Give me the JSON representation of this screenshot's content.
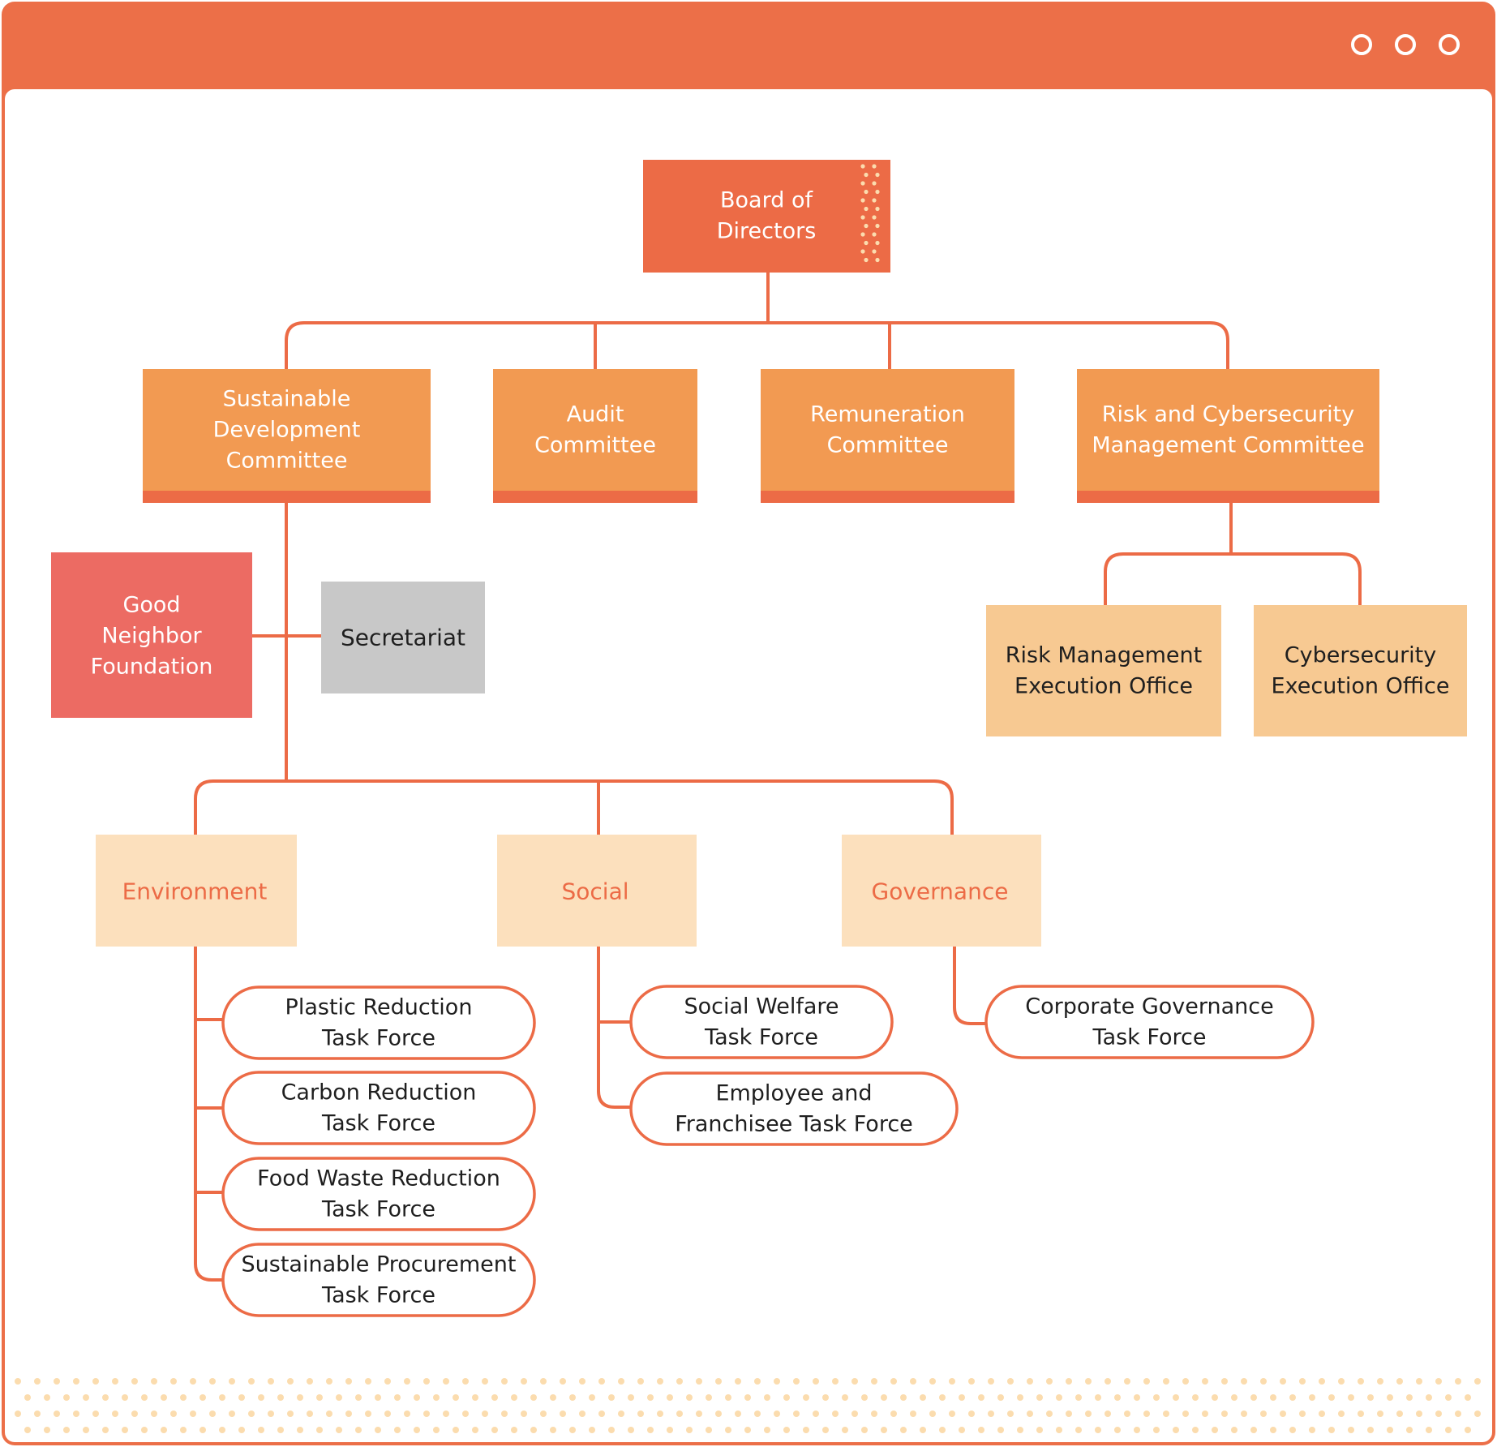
{
  "colors": {
    "frame": "#ec6f48",
    "board": "#ec6b46",
    "committee": "#f29a52",
    "committee_strip": "#ec6b46",
    "office": "#f7c992",
    "pillar": "#fce0bd",
    "pillar_text": "#ec6b46",
    "foundation": "#ec6b63",
    "secretariat": "#c8c8c8",
    "connector": "#ec6b46",
    "dots": "#fbdcae",
    "white": "#ffffff",
    "dark_text": "#1f1f1f"
  },
  "window": {
    "controls": [
      "circle-icon",
      "circle-icon",
      "circle-icon"
    ]
  },
  "board": {
    "lines": [
      "Board of",
      "Directors"
    ]
  },
  "committees": [
    {
      "id": "sustainable",
      "lines": [
        "Sustainable",
        "Development",
        "Committee"
      ]
    },
    {
      "id": "audit",
      "lines": [
        "Audit",
        "Committee"
      ]
    },
    {
      "id": "remuneration",
      "lines": [
        "Remuneration",
        "Committee"
      ]
    },
    {
      "id": "risk",
      "lines": [
        "Risk and Cybersecurity",
        "Management Committee"
      ]
    }
  ],
  "offices": [
    {
      "id": "risk-office",
      "lines": [
        "Risk Management",
        "Execution Office"
      ]
    },
    {
      "id": "cyber-office",
      "lines": [
        "Cybersecurity",
        "Execution Office"
      ]
    }
  ],
  "foundation": {
    "lines": [
      "Good",
      "Neighbor",
      "Foundation"
    ]
  },
  "secretariat": {
    "lines": [
      "Secretariat"
    ]
  },
  "pillars": [
    {
      "id": "environment",
      "lines": [
        "Environment"
      ]
    },
    {
      "id": "social",
      "lines": [
        "Social"
      ]
    },
    {
      "id": "governance",
      "lines": [
        "Governance"
      ]
    }
  ],
  "task_forces": [
    {
      "id": "plastic",
      "lines": [
        "Plastic Reduction",
        "Task Force"
      ]
    },
    {
      "id": "carbon",
      "lines": [
        "Carbon Reduction",
        "Task Force"
      ]
    },
    {
      "id": "food",
      "lines": [
        "Food Waste Reduction",
        "Task Force"
      ]
    },
    {
      "id": "procurement",
      "lines": [
        "Sustainable Procurement",
        "Task Force"
      ]
    },
    {
      "id": "welfare",
      "lines": [
        "Social Welfare",
        "Task Force"
      ]
    },
    {
      "id": "employee",
      "lines": [
        "Employee and",
        "Franchisee Task Force"
      ]
    },
    {
      "id": "corporate",
      "lines": [
        "Corporate Governance",
        "Task Force"
      ]
    }
  ]
}
